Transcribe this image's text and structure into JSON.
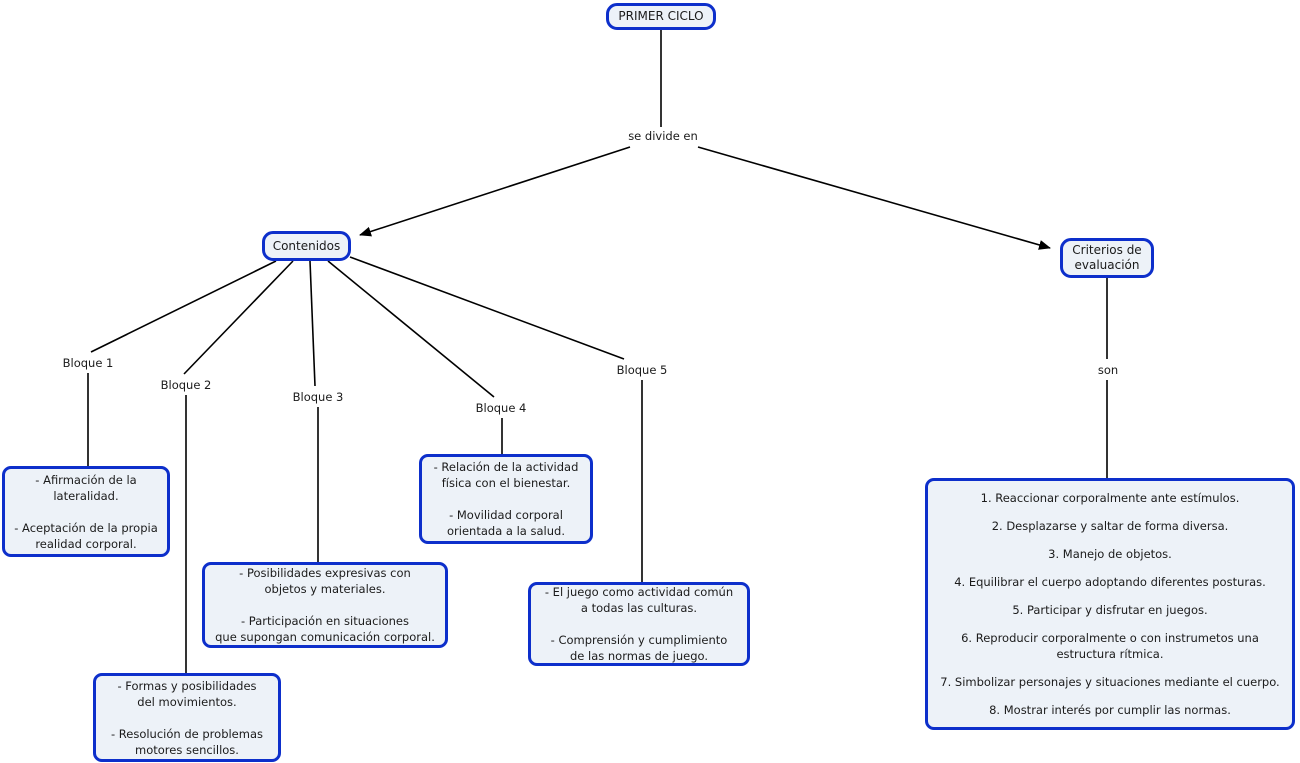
{
  "root": {
    "label": "PRIMER CICLO"
  },
  "connector_labels": {
    "divide": "se divide en",
    "son": "son"
  },
  "colors": {
    "node_border": "#0d2fcb",
    "node_fill": "#edf2f8",
    "line": "#000000",
    "text": "#1b1b1b",
    "background": "#ffffff"
  },
  "contenidos": {
    "label": "Contenidos",
    "blocks": [
      {
        "label": "Bloque 1",
        "paragraphs": [
          [
            "- Afirmación de la",
            "lateralidad."
          ],
          [
            "- Aceptación de la propia",
            "realidad corporal."
          ]
        ]
      },
      {
        "label": "Bloque 2",
        "paragraphs": [
          [
            "- Formas y posibilidades",
            "del movimientos."
          ],
          [
            "- Resolución de problemas",
            "motores sencillos."
          ]
        ]
      },
      {
        "label": "Bloque 3",
        "paragraphs": [
          [
            "- Posibilidades expresivas con",
            "objetos y materiales."
          ],
          [
            "- Participación en situaciones",
            "que supongan comunicación corporal."
          ]
        ]
      },
      {
        "label": "Bloque 4",
        "paragraphs": [
          [
            "- Relación de la actividad",
            "física con el bienestar."
          ],
          [
            "- Movilidad corporal",
            "orientada a la salud."
          ]
        ]
      },
      {
        "label": "Bloque 5",
        "paragraphs": [
          [
            "- El juego como actividad común",
            "a todas las culturas."
          ],
          [
            "- Comprensión y cumplimiento",
            "de las normas de juego."
          ]
        ]
      }
    ]
  },
  "criterios": {
    "label": "Criterios de evaluación",
    "items": [
      [
        "1. Reaccionar corporalmente ante estímulos."
      ],
      [
        "2. Desplazarse y saltar de forma diversa."
      ],
      [
        "3. Manejo de objetos."
      ],
      [
        "4. Equilibrar el cuerpo adoptando diferentes posturas."
      ],
      [
        "5. Participar y disfrutar en juegos."
      ],
      [
        "6. Reproducir corporalmente o con instrumetos una",
        "estructura rítmica."
      ],
      [
        "7. Simbolizar personajes y situaciones mediante el cuerpo."
      ],
      [
        "8. Mostrar interés por cumplir las normas."
      ]
    ]
  }
}
